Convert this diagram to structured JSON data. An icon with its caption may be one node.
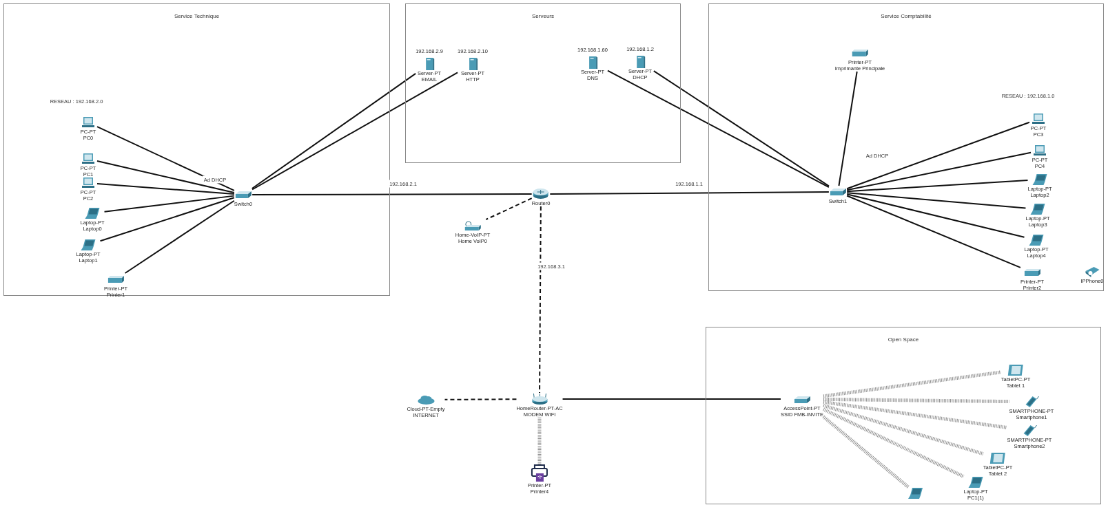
{
  "diagram": {
    "nodes": [
      {
        "text": [
          "Service Technique"
        ]
      },
      {
        "text": [
          "PC-PT",
          "PC0"
        ],
        "in": 0
      },
      {
        "text": [
          "PC-PT",
          "PC1"
        ],
        "in": 0
      },
      {
        "text": [
          "PC-PT",
          "PC2"
        ],
        "in": 0
      },
      {
        "text": [
          "Laptop-PT",
          "Laptop0"
        ],
        "in": 0
      },
      {
        "text": [
          "Laptop-PT",
          "Laptop1"
        ],
        "in": 0
      },
      {
        "text": [
          "Printer-PT",
          "Printer1"
        ],
        "in": 0
      },
      {
        "text": [
          "Switch0"
        ],
        "in": 0
      },
      {
        "text": [
          "Serveurs"
        ]
      },
      {
        "text": [
          "192.168.2.9",
          "Server-PT",
          "EMAIL"
        ],
        "in": 8
      },
      {
        "text": [
          "192.168.2.10",
          "Server-PT",
          "HTTP"
        ],
        "in": 8
      },
      {
        "text": [
          "192.168.1.60",
          "Server-PT",
          "DNS"
        ],
        "in": 8
      },
      {
        "text": [
          "192.168.1.2",
          "Server-PT",
          "DHCP"
        ],
        "in": 8
      },
      {
        "text": [
          "Service Comptabilité"
        ]
      },
      {
        "text": [
          "Printer-PT",
          "Imprimante Principale"
        ],
        "in": 13
      },
      {
        "text": [
          "Switch1"
        ],
        "in": 13
      },
      {
        "text": [
          "PC-PT",
          "PC3"
        ],
        "in": 13
      },
      {
        "text": [
          "PC-PT",
          "PC4"
        ],
        "in": 13
      },
      {
        "text": [
          "Laptop-PT",
          "Laptop2"
        ],
        "in": 13
      },
      {
        "text": [
          "Laptop-PT",
          "Laptop3"
        ],
        "in": 13
      },
      {
        "text": [
          "Laptop-PT",
          "Laptop4"
        ],
        "in": 13
      },
      {
        "text": [
          "Printer-PT",
          "Printer2"
        ],
        "in": 13
      },
      {
        "text": [
          "IPPhone0"
        ],
        "in": 13
      },
      {
        "text": [
          "Router0"
        ]
      },
      {
        "text": [
          "Home-VoIP-PT",
          "Home VoIP0"
        ]
      },
      {
        "text": [
          "HomeRouter-PT-AC",
          "MODEM WIFI"
        ]
      },
      {
        "text": [
          "Cloud-PT-Empty",
          "INTERNET"
        ]
      },
      {
        "text": [
          "Printer-PT",
          "Printer4"
        ]
      },
      {
        "text": [
          "Open Space"
        ]
      },
      {
        "text": [
          "AccessPoint-PT",
          "SSID FMB-INVITE"
        ],
        "in": 28
      },
      {
        "text": [
          "TabletPC-PT",
          "Tablet 1"
        ],
        "in": 28
      },
      {
        "text": [
          "SMARTPHONE-PT",
          "Smartphone1"
        ],
        "in": 28
      },
      {
        "text": [
          "SMARTPHONE-PT",
          "Smartphone2"
        ],
        "in": 28
      },
      {
        "text": [
          "TabletPC-PT",
          "Tablet 2"
        ],
        "in": 28
      },
      {
        "text": [
          "Laptop-PT",
          "PC1(1)"
        ],
        "in": 28
      },
      {
        "text": [],
        "shape": "picture",
        "in": 28
      }
    ],
    "edges": [
      {
        "from": 1,
        "to": 7,
        "arrow": "none"
      },
      {
        "from": 2,
        "to": 7,
        "arrow": "none"
      },
      {
        "from": 3,
        "to": 7,
        "arrow": "none"
      },
      {
        "from": 4,
        "to": 7,
        "arrow": "none"
      },
      {
        "from": 5,
        "to": 7,
        "arrow": "none"
      },
      {
        "from": 6,
        "to": 7,
        "arrow": "none"
      },
      {
        "from": 9,
        "to": 7,
        "arrow": "none"
      },
      {
        "from": 10,
        "to": 7,
        "arrow": "none"
      },
      {
        "from": 7,
        "to": 23,
        "arrow": "none",
        "label": "192.168.2.1"
      },
      {
        "from": 23,
        "to": 15,
        "arrow": "none",
        "label": "192.168.1.1"
      },
      {
        "from": 11,
        "to": 15,
        "arrow": "none"
      },
      {
        "from": 12,
        "to": 15,
        "arrow": "none"
      },
      {
        "from": 14,
        "to": 15,
        "arrow": "none"
      },
      {
        "from": 15,
        "to": 16,
        "arrow": "none"
      },
      {
        "from": 15,
        "to": 17,
        "arrow": "none"
      },
      {
        "from": 15,
        "to": 18,
        "arrow": "none"
      },
      {
        "from": 15,
        "to": 19,
        "arrow": "none"
      },
      {
        "from": 15,
        "to": 20,
        "arrow": "none"
      },
      {
        "from": 15,
        "to": 21,
        "arrow": "none"
      },
      {
        "from": 23,
        "to": 24,
        "arrow": "none",
        "style": "dashed"
      },
      {
        "from": 23,
        "to": 25,
        "arrow": "none",
        "style": "dashed",
        "label": "192.168.3.1"
      },
      {
        "from": 25,
        "to": 26,
        "arrow": "none",
        "style": "dashed"
      },
      {
        "from": 25,
        "to": 27,
        "arrow": "none",
        "style": "dashed",
        "color": "#8c8c8c"
      },
      {
        "from": 25,
        "to": 29,
        "arrow": "none"
      },
      {
        "from": 29,
        "to": 30,
        "arrow": "none",
        "style": "dashed",
        "color": "#8c8c8c"
      },
      {
        "from": 29,
        "to": 31,
        "arrow": "none",
        "style": "dashed",
        "color": "#8c8c8c"
      },
      {
        "from": 29,
        "to": 32,
        "arrow": "none",
        "style": "dashed",
        "color": "#8c8c8c"
      },
      {
        "from": 29,
        "to": 33,
        "arrow": "none",
        "style": "dashed",
        "color": "#8c8c8c"
      },
      {
        "from": 29,
        "to": 34,
        "arrow": "none",
        "style": "dashed",
        "color": "#8c8c8c"
      },
      {
        "from": 29,
        "to": 35,
        "arrow": "none",
        "style": "dashed",
        "color": "#8c8c8c"
      }
    ],
    "labels": [
      "RESEAU : 192.168.2.0",
      "Ad DHCP",
      "RESEAU : 192.168.1.0",
      "Ad DHCP"
    ]
  }
}
